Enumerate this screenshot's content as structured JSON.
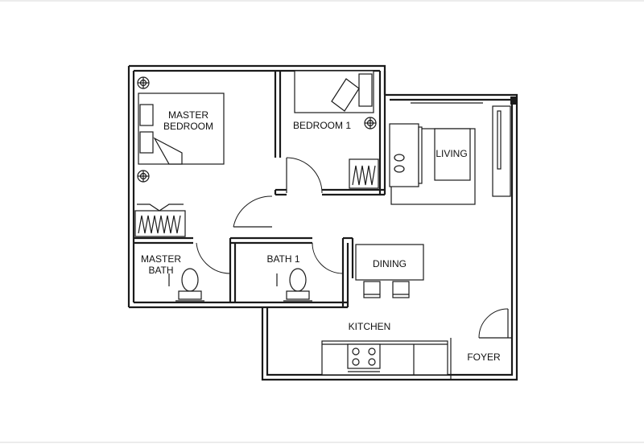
{
  "rooms": {
    "master_bedroom_line1": "MASTER",
    "master_bedroom_line2": "BEDROOM",
    "bedroom_1": "BEDROOM 1",
    "living": "LIVING",
    "master_bath_line1": "MASTER",
    "master_bath_line2": "BATH",
    "bath_1": "BATH 1",
    "dining": "DINING",
    "kitchen": "KITCHEN",
    "foyer": "FOYER"
  },
  "colors": {
    "line": "#1a1a1a",
    "background": "#ffffff"
  }
}
